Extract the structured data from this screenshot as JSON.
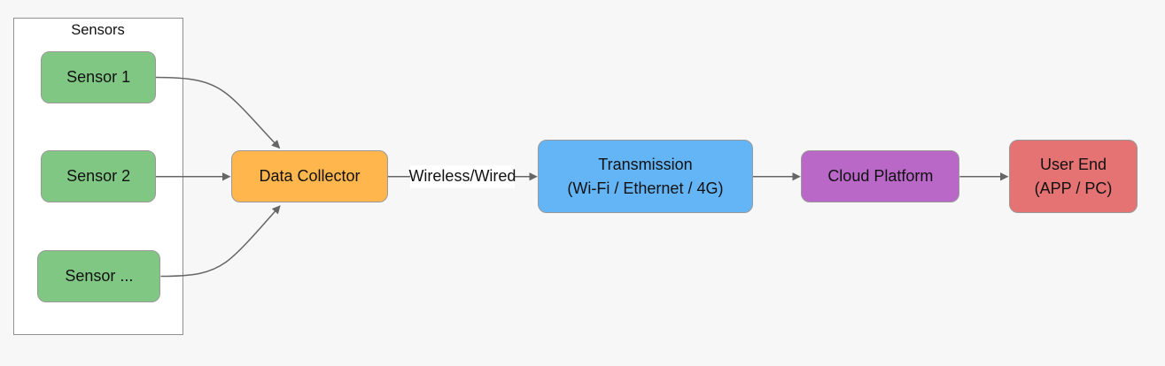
{
  "diagram": {
    "type": "flowchart-left-to-right",
    "background": "#f7f7f8",
    "cluster": {
      "label": "Sensors",
      "fill": "#ffffff",
      "border": "#909090"
    },
    "nodes": {
      "sensor1": {
        "label": "Sensor 1",
        "fill": "#81C784"
      },
      "sensor2": {
        "label": "Sensor 2",
        "fill": "#81C784"
      },
      "sensor3": {
        "label": "Sensor ...",
        "fill": "#81C784"
      },
      "collector": {
        "label": "Data Collector",
        "fill": "#FFB74D"
      },
      "transmission": {
        "label_line1": "Transmission",
        "label_line2": "(Wi-Fi / Ethernet / 4G)",
        "fill": "#64B5F6"
      },
      "cloud": {
        "label": "Cloud Platform",
        "fill": "#BA68C8"
      },
      "user": {
        "label_line1": "User End",
        "label_line2": "(APP / PC)",
        "fill": "#E57373"
      }
    },
    "edges": {
      "sensor1_to_collector": {
        "from": "Sensor 1",
        "to": "Data Collector",
        "label": ""
      },
      "sensor2_to_collector": {
        "from": "Sensor 2",
        "to": "Data Collector",
        "label": ""
      },
      "sensor3_to_collector": {
        "from": "Sensor ...",
        "to": "Data Collector",
        "label": ""
      },
      "collector_to_transmission": {
        "from": "Data Collector",
        "to": "Transmission",
        "label": "Wireless/Wired"
      },
      "transmission_to_cloud": {
        "from": "Transmission",
        "to": "Cloud Platform",
        "label": ""
      },
      "cloud_to_user": {
        "from": "Cloud Platform",
        "to": "User End",
        "label": ""
      }
    },
    "edge_label_background": "#ffffff",
    "colors": {
      "edge": "#666666",
      "arrowhead": "#666666",
      "node_border": "#999999",
      "text": "#111111"
    }
  }
}
